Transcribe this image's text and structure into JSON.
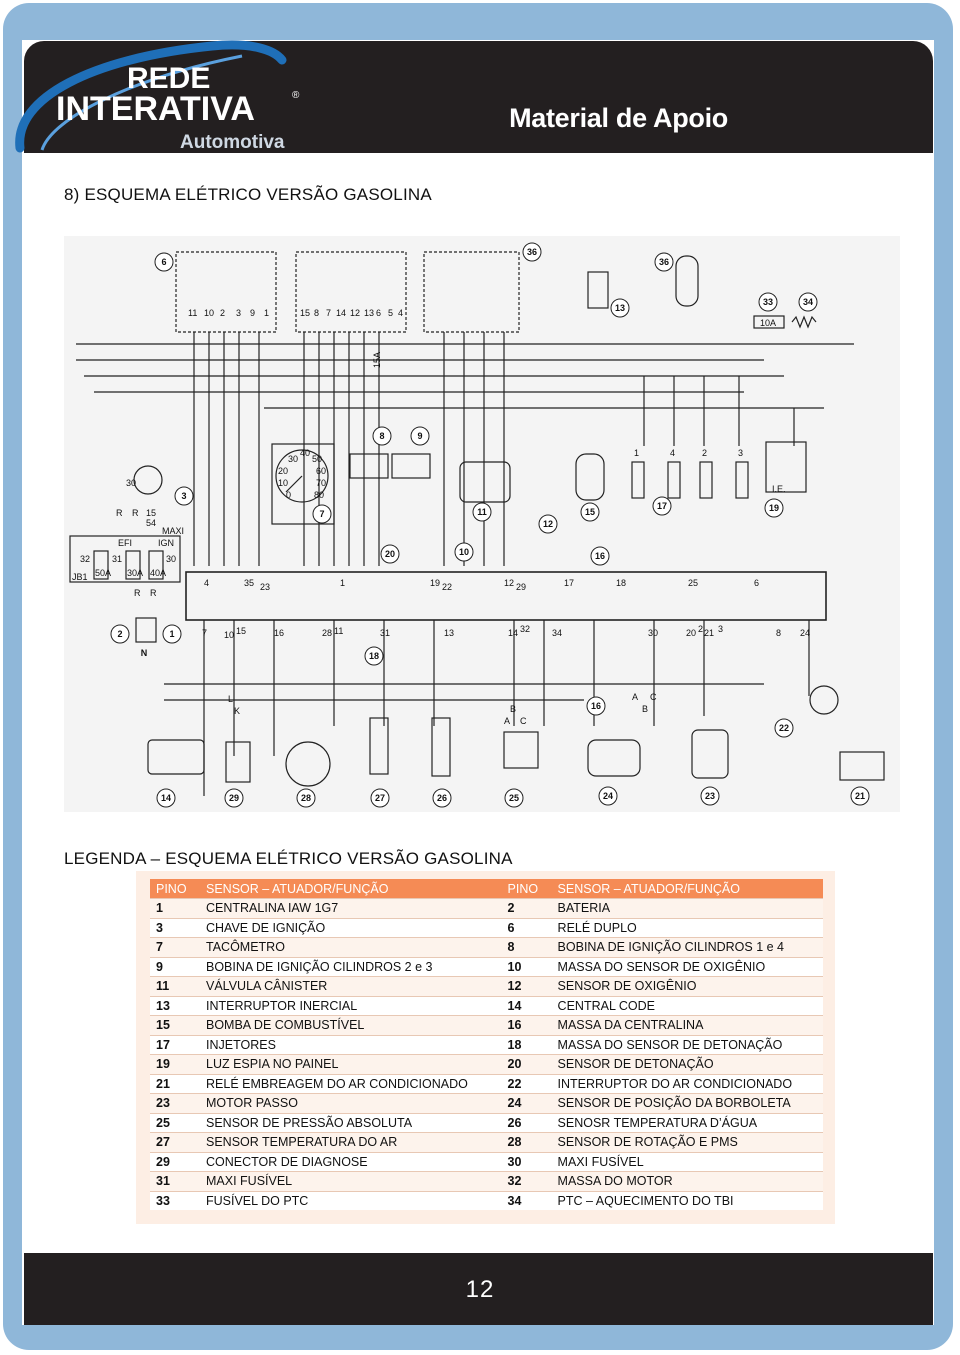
{
  "header": {
    "logo_line1": "REDE",
    "logo_line2": "INTERATIVA",
    "logo_line3": "Automotiva",
    "registered": "®",
    "title": "Material de Apoio",
    "subtitle": "Programa Especial - Injeção Eletrônica 2"
  },
  "section_title": "8) ESQUEMA ELÉTRICO VERSÃO GASOLINA",
  "diagram": {
    "top_components": [
      "6",
      "36",
      "36",
      "13",
      "33",
      "34"
    ],
    "relay_pins_a": [
      "11",
      "10",
      "2",
      "3",
      "9",
      "1"
    ],
    "relay_pins_b": [
      "15",
      "8",
      "7",
      "14",
      "12",
      "13",
      "6",
      "5",
      "4"
    ],
    "fuse_label": "15A",
    "fuse_10a": "10A",
    "gauge_labels": [
      "30",
      "40",
      "50",
      "20",
      "60",
      "10",
      "70",
      "0",
      "80"
    ],
    "mid_components": [
      "8",
      "9",
      "3",
      "7",
      "11",
      "12",
      "15",
      "17",
      "19",
      "20",
      "10",
      "16"
    ],
    "injector_labels": [
      "1",
      "4",
      "2",
      "3"
    ],
    "le_label": "I.E.",
    "fuse_box": [
      "EFI",
      "IGN",
      "MAXI",
      "JB1",
      "32",
      "31",
      "30",
      "30A",
      "40A",
      "50A"
    ],
    "switch_wires": [
      "30",
      "15",
      "54",
      "R",
      "R",
      "R",
      "R"
    ],
    "ecu_top_pins": [
      "4",
      "35",
      "23",
      "1",
      "19",
      "22",
      "12",
      "29",
      "17",
      "18",
      "25",
      "6"
    ],
    "ecu_bottom_pins": [
      "7",
      "10",
      "15",
      "16",
      "28",
      "11",
      "31",
      "13",
      "14",
      "32",
      "34",
      "30",
      "20",
      "2",
      "21",
      "3",
      "8",
      "24"
    ],
    "ground_labels": [
      "2",
      "1",
      "N"
    ],
    "bottom_components": [
      "14",
      "29",
      "28",
      "27",
      "26",
      "25",
      "24",
      "23",
      "22",
      "21",
      "18",
      "16"
    ],
    "wire_letters": [
      "L",
      "K",
      "B",
      "A",
      "C",
      "A",
      "C",
      "B"
    ]
  },
  "legend_title": "LEGENDA – ESQUEMA ELÉTRICO VERSÃO GASOLINA",
  "legend": {
    "headers": [
      "PINO",
      "SENSOR – ATUADOR/FUNÇÃO",
      "PINO",
      "SENSOR – ATUADOR/FUNÇÃO"
    ],
    "rows": [
      [
        "1",
        "CENTRALINA IAW 1G7",
        "2",
        "BATERIA"
      ],
      [
        "3",
        "CHAVE DE IGNIÇÃO",
        "6",
        "RELÉ DUPLO"
      ],
      [
        "7",
        "TACÔMETRO",
        "8",
        "BOBINA DE IGNIÇÃO CILINDROS 1 e 4"
      ],
      [
        "9",
        "BOBINA DE IGNIÇÃO CILINDROS 2 e 3",
        "10",
        "MASSA DO SENSOR DE OXIGÊNIO"
      ],
      [
        "11",
        "VÁLVULA CÂNISTER",
        "12",
        "SENSOR DE OXIGÊNIO"
      ],
      [
        "13",
        "INTERRUPTOR INERCIAL",
        "14",
        "CENTRAL CODE"
      ],
      [
        "15",
        "BOMBA DE COMBUSTÍVEL",
        "16",
        "MASSA DA CENTRALINA"
      ],
      [
        "17",
        "INJETORES",
        "18",
        "MASSA DO SENSOR DE DETONAÇÃO"
      ],
      [
        "19",
        "LUZ ESPIA NO PAINEL",
        "20",
        "SENSOR DE DETONAÇÃO"
      ],
      [
        "21",
        "RELÉ EMBREAGEM DO AR CONDICIONADO",
        "22",
        "INTERRUPTOR DO AR CONDICIONADO"
      ],
      [
        "23",
        "MOTOR PASSO",
        "24",
        "SENSOR DE POSIÇÃO DA BORBOLETA"
      ],
      [
        "25",
        "SENSOR DE PRESSÃO ABSOLUTA",
        "26",
        "SENOSR TEMPERATURA D’ÁGUA"
      ],
      [
        "27",
        "SENSOR TEMPERATURA DO AR",
        "28",
        "SENSOR DE ROTAÇÃO E PMS"
      ],
      [
        "29",
        "CONECTOR DE DIAGNOSE",
        "30",
        "MAXI FUSÍVEL"
      ],
      [
        "31",
        "MAXI FUSÍVEL",
        "32",
        "MASSA DO MOTOR"
      ],
      [
        "33",
        "FUSÍVEL DO PTC",
        "34",
        "PTC – AQUECIMENTO DO TBI"
      ]
    ]
  },
  "footer": {
    "page_number": "12"
  },
  "colors": {
    "frame": "#8fb7d9",
    "header_bg": "#231f20",
    "table_header": "#f58b55",
    "table_bg": "#fdeee4",
    "logo_swoosh": "#1f6fb8"
  }
}
